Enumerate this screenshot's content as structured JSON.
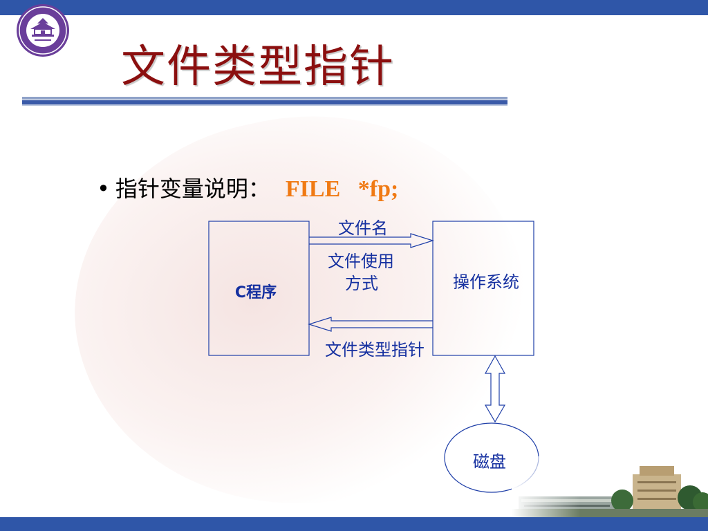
{
  "slide": {
    "title": "文件类型指针",
    "bullet": {
      "label": "指针变量说明：",
      "code": "FILE   *fp;"
    }
  },
  "diagram": {
    "left_box_label": "C程序",
    "right_box_label": "操作系统",
    "disk_label": "磁盘",
    "arrow_top_label": "文件名",
    "arrow_mid_label_1": "文件使用",
    "arrow_mid_label_2": "方式",
    "arrow_bottom_label": "文件类型指针"
  },
  "colors": {
    "band": "#2f56a8",
    "title": "#8b0f0f",
    "code": "#f07a14",
    "diagram_stroke": "#1f3fa8",
    "diagram_text": "#1530a0"
  },
  "icons": {
    "logo": "university-seal-icon",
    "footer": "campus-buildings-photo"
  }
}
